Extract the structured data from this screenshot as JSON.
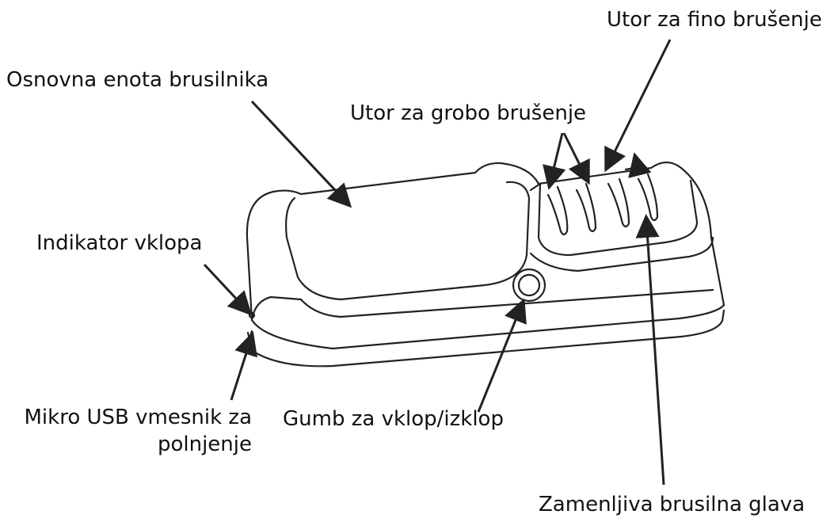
{
  "labels": {
    "fine_slot": "Utor za fino brušenje",
    "base_unit": "Osnovna enota brusilnika",
    "coarse_slot": "Utor za grobo brušenje",
    "power_indicator": "Indikator vklopa",
    "usb_port_line1": "Mikro USB vmesnik za",
    "usb_port_line2": "polnjenje",
    "power_button": "Gumb za vklop/izklop",
    "grinding_head": "Zamenljiva brusilna glava"
  },
  "colors": {
    "line": "#222222",
    "background": "#ffffff"
  }
}
